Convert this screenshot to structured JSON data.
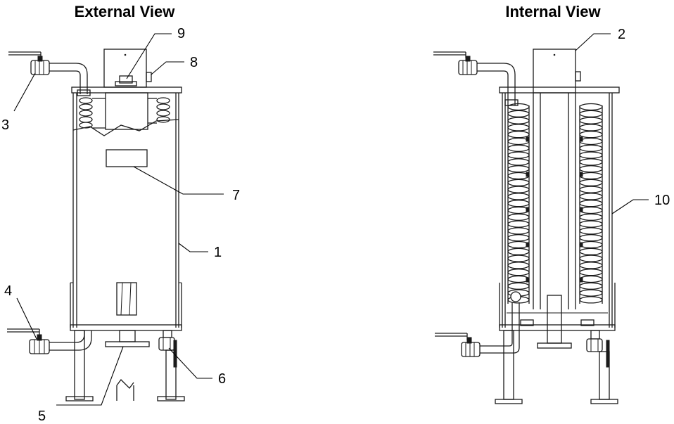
{
  "titles": {
    "external": "External View",
    "internal": "Internal View"
  },
  "callouts": {
    "c1": "1",
    "c2": "2",
    "c3": "3",
    "c4": "4",
    "c5": "5",
    "c6": "6",
    "c7": "7",
    "c8": "8",
    "c9": "9",
    "c10": "10"
  },
  "colors": {
    "line": "#1a1a1a",
    "background": "#ffffff"
  }
}
